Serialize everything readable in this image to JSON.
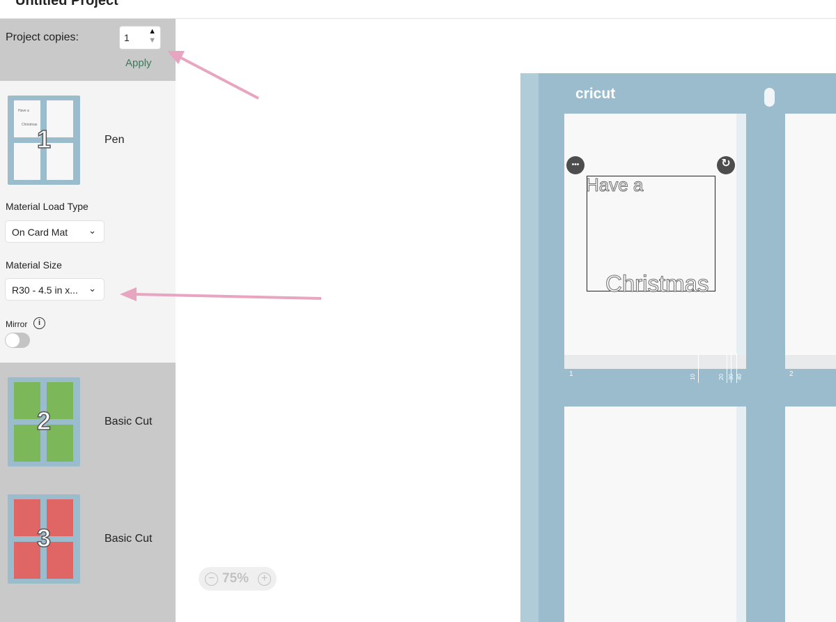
{
  "window": {
    "title": "Untitled Project"
  },
  "sidebar": {
    "copies": {
      "label": "Project copies:",
      "value": "1",
      "apply_label": "Apply"
    },
    "mats": [
      {
        "number": "1",
        "name": "Pen",
        "thumb_text_1": "Have a",
        "thumb_text_2": "Christmas"
      },
      {
        "number": "2",
        "name": "Basic Cut",
        "color": "#7cb85a"
      },
      {
        "number": "3",
        "name": "Basic Cut",
        "color": "#e06666"
      }
    ],
    "load_type": {
      "label": "Material Load Type",
      "value": "On Card Mat"
    },
    "material_size": {
      "label": "Material Size",
      "value": "R30 - 4.5 in x..."
    },
    "mirror": {
      "label": "Mirror",
      "on": false
    }
  },
  "canvas": {
    "zoom": {
      "value": "75%",
      "minus": "−",
      "plus": "+"
    },
    "mat": {
      "brand": "cricut",
      "marker_1": "1",
      "marker_2": "2",
      "ruler_labels": [
        "10",
        "20",
        "30",
        "40"
      ],
      "design": {
        "line_1": "Have a",
        "line_2": "Christmas"
      },
      "handles": {
        "more": "•••",
        "rotate": "↻"
      }
    }
  },
  "colors": {
    "mat": "#9bbccc",
    "apply": "#3a7a5a",
    "annotation_arrow": "#e8a5bf"
  }
}
